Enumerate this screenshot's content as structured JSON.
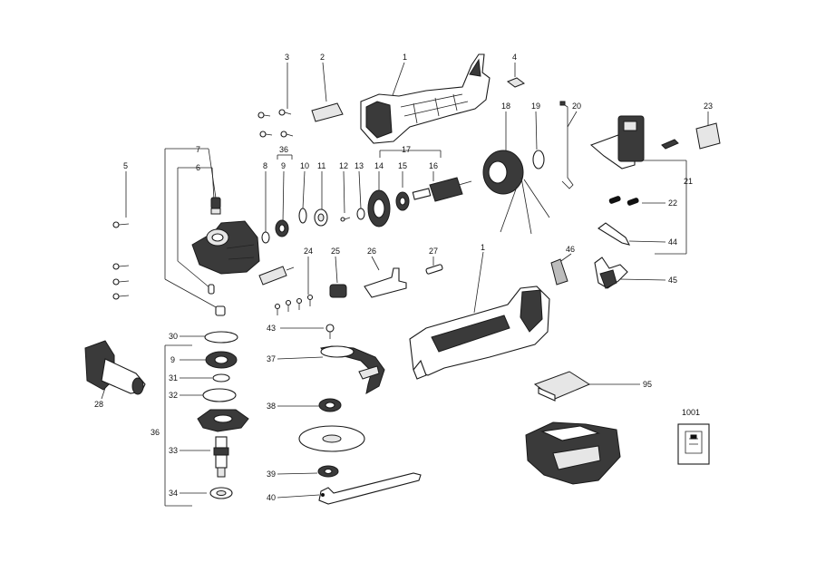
{
  "labels": {
    "l1a": "1",
    "l1b": "1",
    "l2": "2",
    "l3": "3",
    "l4": "4",
    "l5": "5",
    "l6": "6",
    "l7": "7",
    "l8": "8",
    "l9a": "9",
    "l9b": "9",
    "l10": "10",
    "l11": "11",
    "l12": "12",
    "l13": "13",
    "l14": "14",
    "l15": "15",
    "l16": "16",
    "l17": "17",
    "l18": "18",
    "l19": "19",
    "l20": "20",
    "l21": "21",
    "l22": "22",
    "l23": "23",
    "l24": "24",
    "l25": "25",
    "l26": "26",
    "l27": "27",
    "l28": "28",
    "l30": "30",
    "l31": "31",
    "l32": "32",
    "l33": "33",
    "l34": "34",
    "l36a": "36",
    "l36b": "36",
    "l37": "37",
    "l38": "38",
    "l39": "39",
    "l40": "40",
    "l43": "43",
    "l44": "44",
    "l45": "45",
    "l46": "46",
    "l95": "95",
    "l1001": "1001"
  }
}
